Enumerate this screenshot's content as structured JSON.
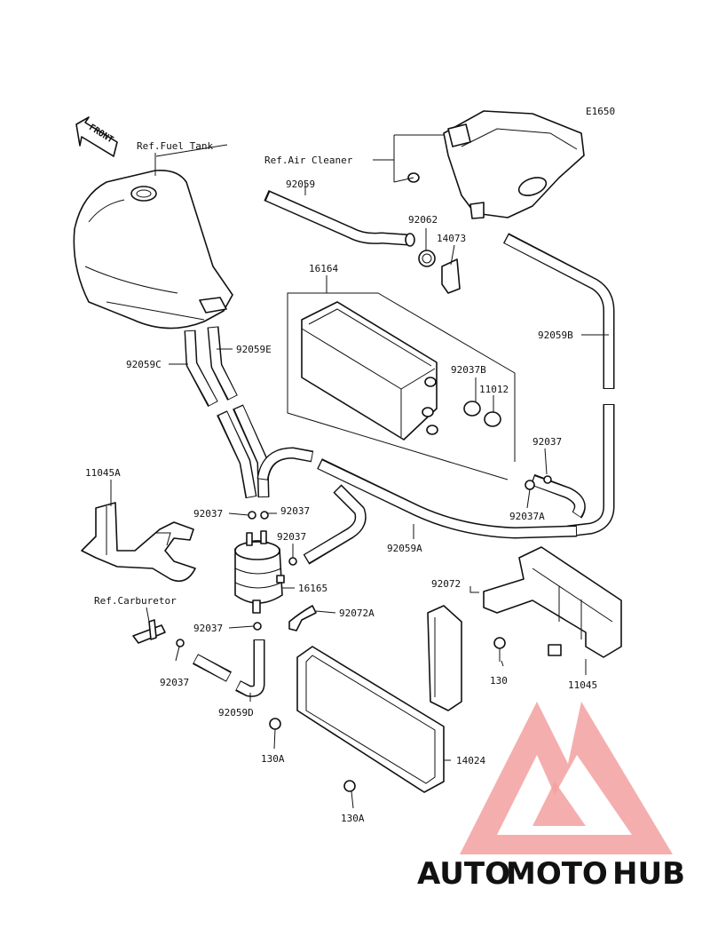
{
  "diagram_code": "E1650",
  "front_label": "FRONT",
  "callouts": {
    "fuel_tank": "Ref.Fuel Tank",
    "air_cleaner": "Ref.Air Cleaner",
    "carburetor": "Ref.Carburetor",
    "p92059": "92059",
    "p92062": "92062",
    "p14073": "14073",
    "p16164": "16164",
    "p92059B": "92059B",
    "p92059C": "92059C",
    "p92059E": "92059E",
    "p92037B": "92037B",
    "p11012": "11012",
    "p92037_r": "92037",
    "p92037A": "92037A",
    "p11045A": "11045A",
    "p92037_a": "92037",
    "p92037_b": "92037",
    "p92037_c": "92037",
    "p92059A": "92059A",
    "p16165": "16165",
    "p92072": "92072",
    "p92072A": "92072A",
    "p92037_d": "92037",
    "p92037_e": "92037",
    "p92059D": "92059D",
    "p130": "130",
    "p11045": "11045",
    "p130A_1": "130A",
    "p130A_2": "130A",
    "p14024": "14024"
  },
  "watermark": {
    "part1": "AUTO",
    "part2": "MOTO",
    "part3": "HUB",
    "colors": {
      "auto": "#f7c48a",
      "moto": "#f08a8a",
      "hub": "#8f8f8f",
      "triangle": "#f3a0a0"
    }
  }
}
